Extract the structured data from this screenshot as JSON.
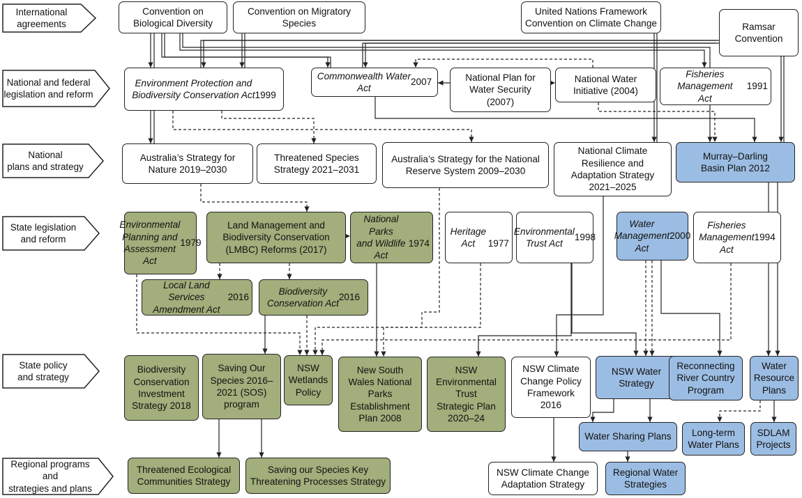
{
  "levels": [
    {
      "id": "intl",
      "label": "International\nagreements"
    },
    {
      "id": "national_legislation",
      "label": "National and federal\nlegislation and reform"
    },
    {
      "id": "national_plans",
      "label": "National\nplans and strategy"
    },
    {
      "id": "state_legislation",
      "label": "State legislation\nand reform"
    },
    {
      "id": "state_policy",
      "label": "State policy\nand strategy"
    },
    {
      "id": "regional",
      "label": "Regional programs and\nstrategies and plans"
    }
  ],
  "nodes": [
    {
      "id": "cbd",
      "html": "Convention on<br>Biological Diversity",
      "fill": "white",
      "bold": true
    },
    {
      "id": "cms",
      "html": "Convention on Migratory<br>Species",
      "fill": "white",
      "bold": true
    },
    {
      "id": "unfccc",
      "html": "United Nations Framework<br>Convention on Climate Change",
      "fill": "white",
      "bold": true
    },
    {
      "id": "ramsar",
      "html": "Ramsar<br>Convention",
      "fill": "white",
      "bold": true
    },
    {
      "id": "epbc",
      "html": "<i>Environment Protection and<br>Biodiversity Conservation Act</i><br>1999",
      "fill": "white",
      "bold": true
    },
    {
      "id": "cwa",
      "html": "<i>Commonwealth Water<br>Act</i> 2007",
      "fill": "white",
      "bold": true
    },
    {
      "id": "npws",
      "html": "National Plan for<br>Water Security<br>(2007)",
      "fill": "white",
      "bold": true
    },
    {
      "id": "nwi",
      "html": "National Water<br>Initiative (2004)",
      "fill": "white",
      "bold": true
    },
    {
      "id": "fma",
      "html": "<i>Fisheries Management<br>Act</i> 1991",
      "fill": "white",
      "bold": true
    },
    {
      "id": "asn",
      "html": "Australia’s Strategy for<br>Nature 2019–2030",
      "fill": "white",
      "bold": false
    },
    {
      "id": "tss",
      "html": "Threatened Species<br>Strategy 2021–2031",
      "fill": "white",
      "bold": false
    },
    {
      "id": "asnrs",
      "html": "Australia’s Strategy for the National<br>Reserve System 2009–2030",
      "fill": "white",
      "bold": false
    },
    {
      "id": "ncras",
      "html": "National Climate<br>Resilience and<br>Adaptation Strategy<br>2021–2025",
      "fill": "white",
      "bold": false
    },
    {
      "id": "mdbp",
      "html": "Murray–Darling<br>Basin Plan 2012",
      "fill": "blue",
      "bold": false
    },
    {
      "id": "epaa",
      "html": "<i>Environmental<br>Planning and<br>Assessment<br>Act</i> 1979",
      "fill": "green",
      "bold": false
    },
    {
      "id": "lmbc",
      "html": "Land Management and<br>Biodiversity Conservation<br>(LMBC) Reforms (2017)",
      "fill": "green",
      "bold": false
    },
    {
      "id": "npwa",
      "html": "<i>National Parks<br>and Wildlife Act</i><br>1974",
      "fill": "green",
      "bold": false
    },
    {
      "id": "heritage",
      "html": "<i>Heritage Act</i><br>1977",
      "fill": "white",
      "bold": false
    },
    {
      "id": "eta",
      "html": "<i>Environmental<br>Trust Act</i> 1998",
      "fill": "white",
      "bold": false
    },
    {
      "id": "wma",
      "html": "<i>Water<br>Management<br>Act</i> 2000",
      "fill": "blue",
      "bold": false
    },
    {
      "id": "fma94",
      "html": "<i>Fisheries<br>Management<br>Act</i> 1994",
      "fill": "white",
      "bold": false
    },
    {
      "id": "llsa",
      "html": "<i>Local Land Services<br>Amendment Act</i> 2016",
      "fill": "green",
      "bold": false
    },
    {
      "id": "bca",
      "html": "<i>Biodiversity<br>Conservation Act</i> 2016",
      "fill": "green",
      "bold": false
    },
    {
      "id": "bcis",
      "html": "Biodiversity<br>Conservation<br>Investment<br>Strategy 2018",
      "fill": "green",
      "bold": false
    },
    {
      "id": "sos",
      "html": "Saving Our<br>Species 2016–<br>2021 (SOS)<br>program",
      "fill": "green",
      "bold": false
    },
    {
      "id": "wetlands",
      "html": "NSW<br>Wetlands<br>Policy",
      "fill": "green",
      "bold": false
    },
    {
      "id": "nswnpep",
      "html": "New South<br>Wales National<br>Parks<br>Establishment<br>Plan 2008",
      "fill": "green",
      "bold": false
    },
    {
      "id": "nswetsp",
      "html": "NSW<br>Environmental<br>Trust<br>Strategic Plan<br>2020–24",
      "fill": "green",
      "bold": false
    },
    {
      "id": "nswccpf",
      "html": "NSW Climate<br>Change Policy<br>Framework<br>2016",
      "fill": "white",
      "bold": false
    },
    {
      "id": "nswws",
      "html": "NSW Water<br>Strategy",
      "fill": "blue",
      "bold": false
    },
    {
      "id": "rrcp",
      "html": "Reconnecting<br>River Country<br>Program",
      "fill": "blue",
      "bold": false
    },
    {
      "id": "wrp",
      "html": "Water<br>Resource<br>Plans",
      "fill": "blue",
      "bold": false
    },
    {
      "id": "wsp",
      "html": "Water Sharing Plans",
      "fill": "blue",
      "bold": false
    },
    {
      "id": "ltwp",
      "html": "Long-term<br>Water Plans",
      "fill": "blue",
      "bold": false
    },
    {
      "id": "sdlam",
      "html": "SDLAM<br>Projects",
      "fill": "blue",
      "bold": false
    },
    {
      "id": "teccs",
      "html": "Threatened Ecological<br>Communities Strategy",
      "fill": "green",
      "bold": false
    },
    {
      "id": "soskeytp",
      "html": "Saving our Species Key<br>Threatening Processes Strategy",
      "fill": "green",
      "bold": false
    },
    {
      "id": "nswccas",
      "html": "NSW Climate Change<br>Adaptation Strategy",
      "fill": "white",
      "bold": false
    },
    {
      "id": "rws",
      "html": "Regional Water<br>Strategies",
      "fill": "blue",
      "bold": false
    }
  ],
  "colors": {
    "green": "#a2ae7b",
    "blue": "#9cbde3",
    "line": "#222222"
  }
}
